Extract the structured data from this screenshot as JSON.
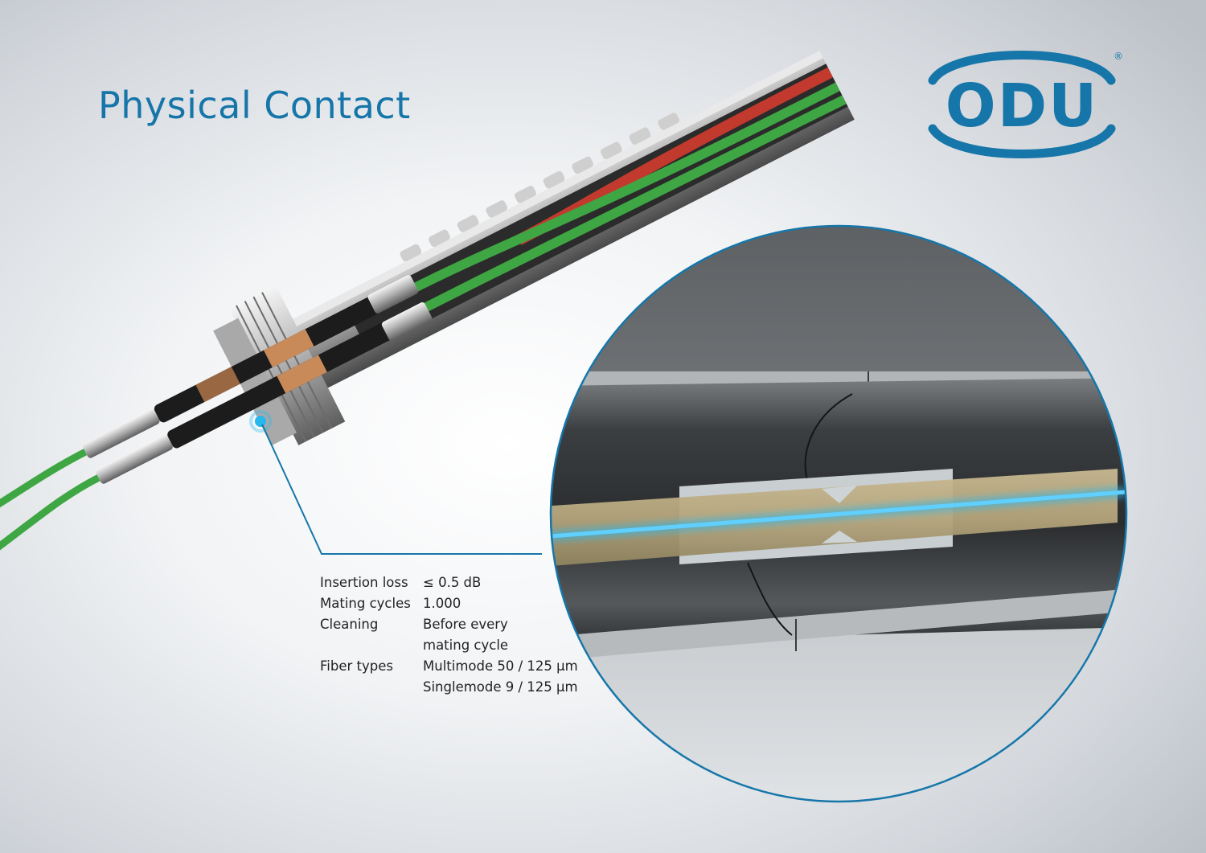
{
  "title": "Physical Contact",
  "logo": {
    "text": "ODU",
    "registered_mark": "®",
    "color": "#1676a9"
  },
  "specs": [
    {
      "label": "Insertion loss",
      "values": [
        "≤ 0.5 dB"
      ]
    },
    {
      "label": "Mating cycles",
      "values": [
        "1.000"
      ]
    },
    {
      "label": "Cleaning",
      "values": [
        "Before every",
        "mating cycle"
      ]
    },
    {
      "label": "Fiber types",
      "values": [
        "Multimode 50 / 125 µm",
        "Singlemode 9 / 125 µm"
      ]
    }
  ],
  "colors": {
    "accent": "#1676a9",
    "fiber_glow": "#27b8ee",
    "cable_green": "#3fa644",
    "cable_red": "#c23a2e",
    "contact_copper": "#c98a5a"
  }
}
